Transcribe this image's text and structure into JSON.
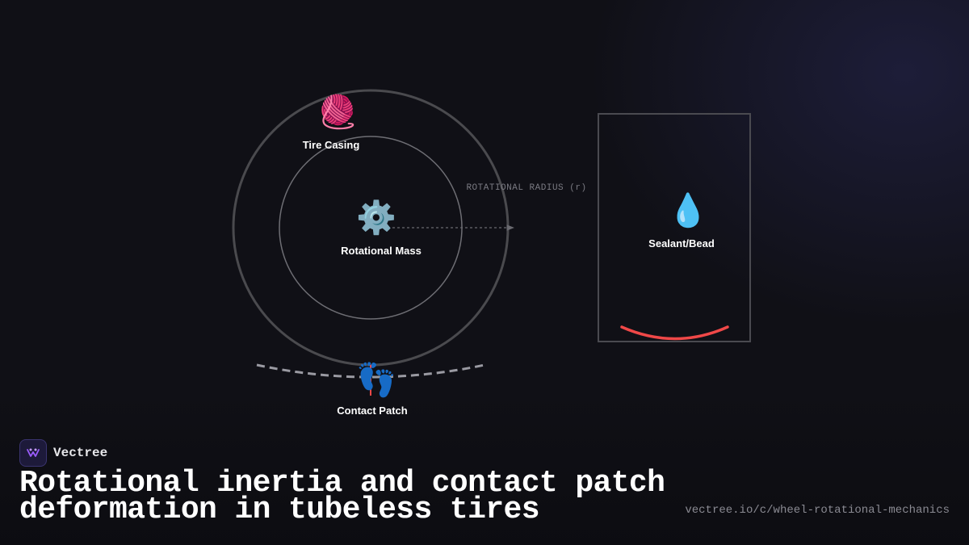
{
  "diagram": {
    "nodes": {
      "tire_casing": {
        "label": "Tire Casing",
        "icon": "yarn-ball-icon",
        "glyph": "🧶"
      },
      "rotational_mass": {
        "label": "Rotational Mass",
        "icon": "gear-icon",
        "glyph": "⚙️"
      },
      "sealant_bead": {
        "label": "Sealant/Bead",
        "icon": "droplet-icon",
        "glyph": "💧"
      },
      "contact_patch": {
        "label": "Contact Patch",
        "icon": "footprints-icon",
        "glyph": "👣"
      }
    },
    "radius_label": "ROTATIONAL RADIUS (r)",
    "colors": {
      "outer_ring": "#4a4a4e",
      "inner_ring": "#6e6e74",
      "box_stroke": "#4a4a50",
      "arc_red": "#f04848",
      "dashed": "#9a9aa2",
      "accent": "#9b5cff"
    }
  },
  "brand": {
    "name": "Vectree",
    "icon": "vectree-logo-icon"
  },
  "title": "Rotational inertia and contact patch deformation in tubeless tires",
  "url": "vectree.io/c/wheel-rotational-mechanics"
}
